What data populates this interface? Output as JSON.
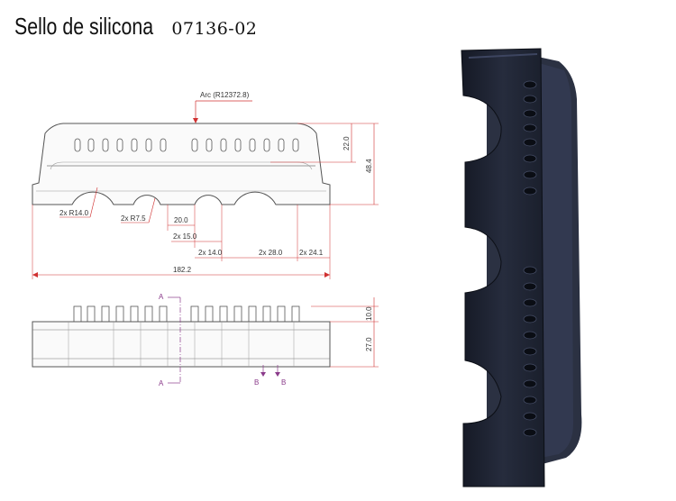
{
  "title": {
    "name": "Sello de silicona",
    "code": "07136-02"
  },
  "top_view": {
    "arc_label": "Arc (R12372.8)",
    "dims": {
      "height_top": "22.0",
      "height_total": "48.4",
      "r_large": "2x R14.0",
      "r_small": "2x R7.5",
      "d20": "20.0",
      "d15": "2x 15.0",
      "d14": "2x 14.0",
      "d28": "2x 28.0",
      "d24": "2x 24.1",
      "overall": "182.2"
    }
  },
  "side_view": {
    "dims": {
      "peg_height": "10.0",
      "body_height": "27.0"
    },
    "section_a": "A",
    "section_b": "B"
  },
  "photo": {
    "subject": "black silicone seal block",
    "color": "#1f2433"
  },
  "colors": {
    "dimension_line": "#d03030",
    "section_mark": "#8a3a8a",
    "outline": "#555555"
  }
}
